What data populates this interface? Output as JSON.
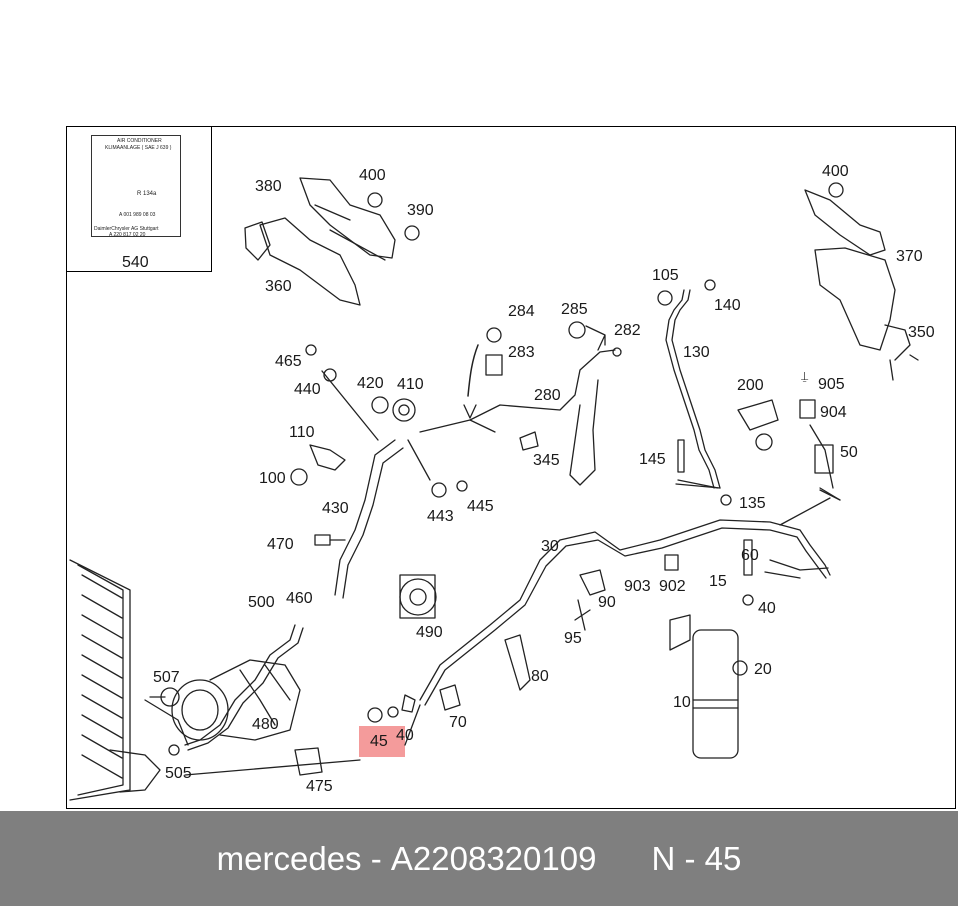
{
  "colors": {
    "highlight": "#f28a8a",
    "footer_bg": "#7f7f7f",
    "line": "#222222"
  },
  "sticker": {
    "title_1": "AIR CONDITIONER",
    "title_2": "KLIMAANLAGE ( SAE J 639 )",
    "row_refrigerant": "R 134a",
    "row_oil": "A 001 989 08 03",
    "row_maker": "DaimlerChrysler AG Stuttgart",
    "row_part": "A 220 817 02 20",
    "part_number": "540"
  },
  "callouts": {
    "c380": "380",
    "c400a": "400",
    "c390": "390",
    "c360": "360",
    "c400b": "400",
    "c370": "370",
    "c350": "350",
    "c284": "284",
    "c283": "283",
    "c285": "285",
    "c282": "282",
    "c105": "105",
    "c140": "140",
    "c130": "130",
    "c465": "465",
    "c440": "440",
    "c420": "420",
    "c410": "410",
    "c280": "280",
    "c200": "200",
    "c905": "905",
    "c904": "904",
    "c110": "110",
    "c100": "100",
    "c345": "345",
    "c145": "145",
    "c50": "50",
    "c443": "443",
    "c445": "445",
    "c430": "430",
    "c135": "135",
    "c470": "470",
    "c30": "30",
    "c60": "60",
    "c903": "903",
    "c902": "902",
    "c15": "15",
    "c40b": "40",
    "c500": "500",
    "c460": "460",
    "c490": "490",
    "c90": "90",
    "c95": "95",
    "c507": "507",
    "c480": "480",
    "c80": "80",
    "c20": "20",
    "c10": "10",
    "c45": "45",
    "c40a": "40",
    "c70": "70",
    "c505": "505",
    "c475": "475"
  },
  "footer": {
    "brand": "mercedes",
    "separator": "-",
    "part_code": "A2208320109",
    "position_label": "N - 45"
  }
}
